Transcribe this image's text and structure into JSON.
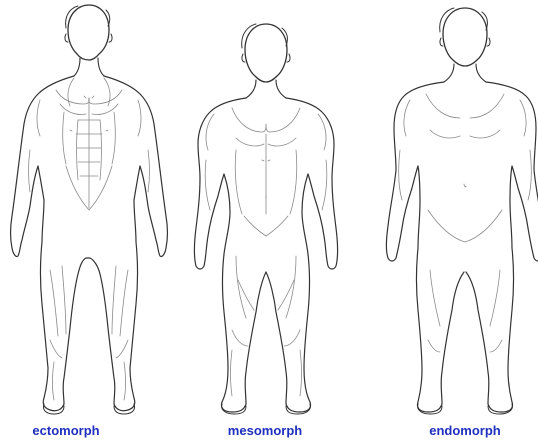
{
  "figures": [
    {
      "id": "ectomorph",
      "label": "ectomorph"
    },
    {
      "id": "mesomorph",
      "label": "mesomorph"
    },
    {
      "id": "endomorph",
      "label": "endomorph"
    }
  ],
  "colors": {
    "label": "#1f2fbf",
    "outline": "#333333",
    "detail": "#8a8a8a",
    "background": "#ffffff"
  }
}
